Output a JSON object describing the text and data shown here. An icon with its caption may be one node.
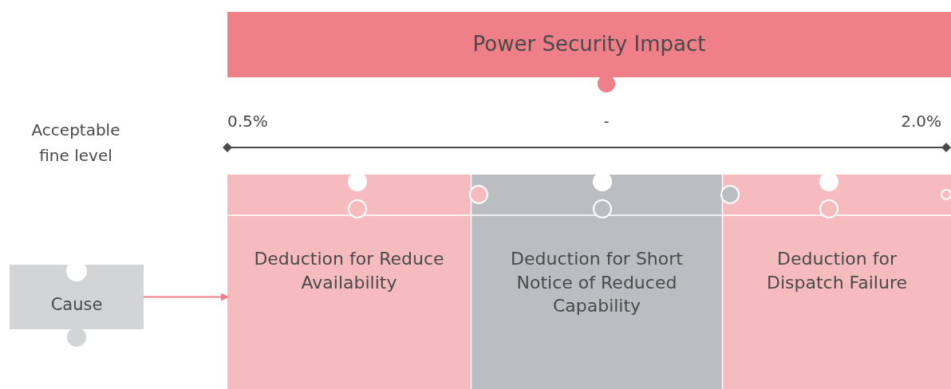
{
  "diagram": {
    "nodes": [
      {
        "text": [
          "Power Security Impact"
        ]
      },
      {
        "text": [
          "Cause"
        ]
      },
      {
        "text": [
          "Deduction for Reduce Availability"
        ]
      },
      {
        "text": [
          "Deduction for Short Notice of Reduced Capability"
        ]
      },
      {
        "text": [
          "Deduction for Dispatch Failure"
        ]
      }
    ],
    "edges": [
      {
        "from": 1,
        "to": 2,
        "arrow": "to"
      }
    ],
    "labels": [
      "0.5%",
      "-",
      "2.0%",
      "Acceptable fine level"
    ]
  }
}
